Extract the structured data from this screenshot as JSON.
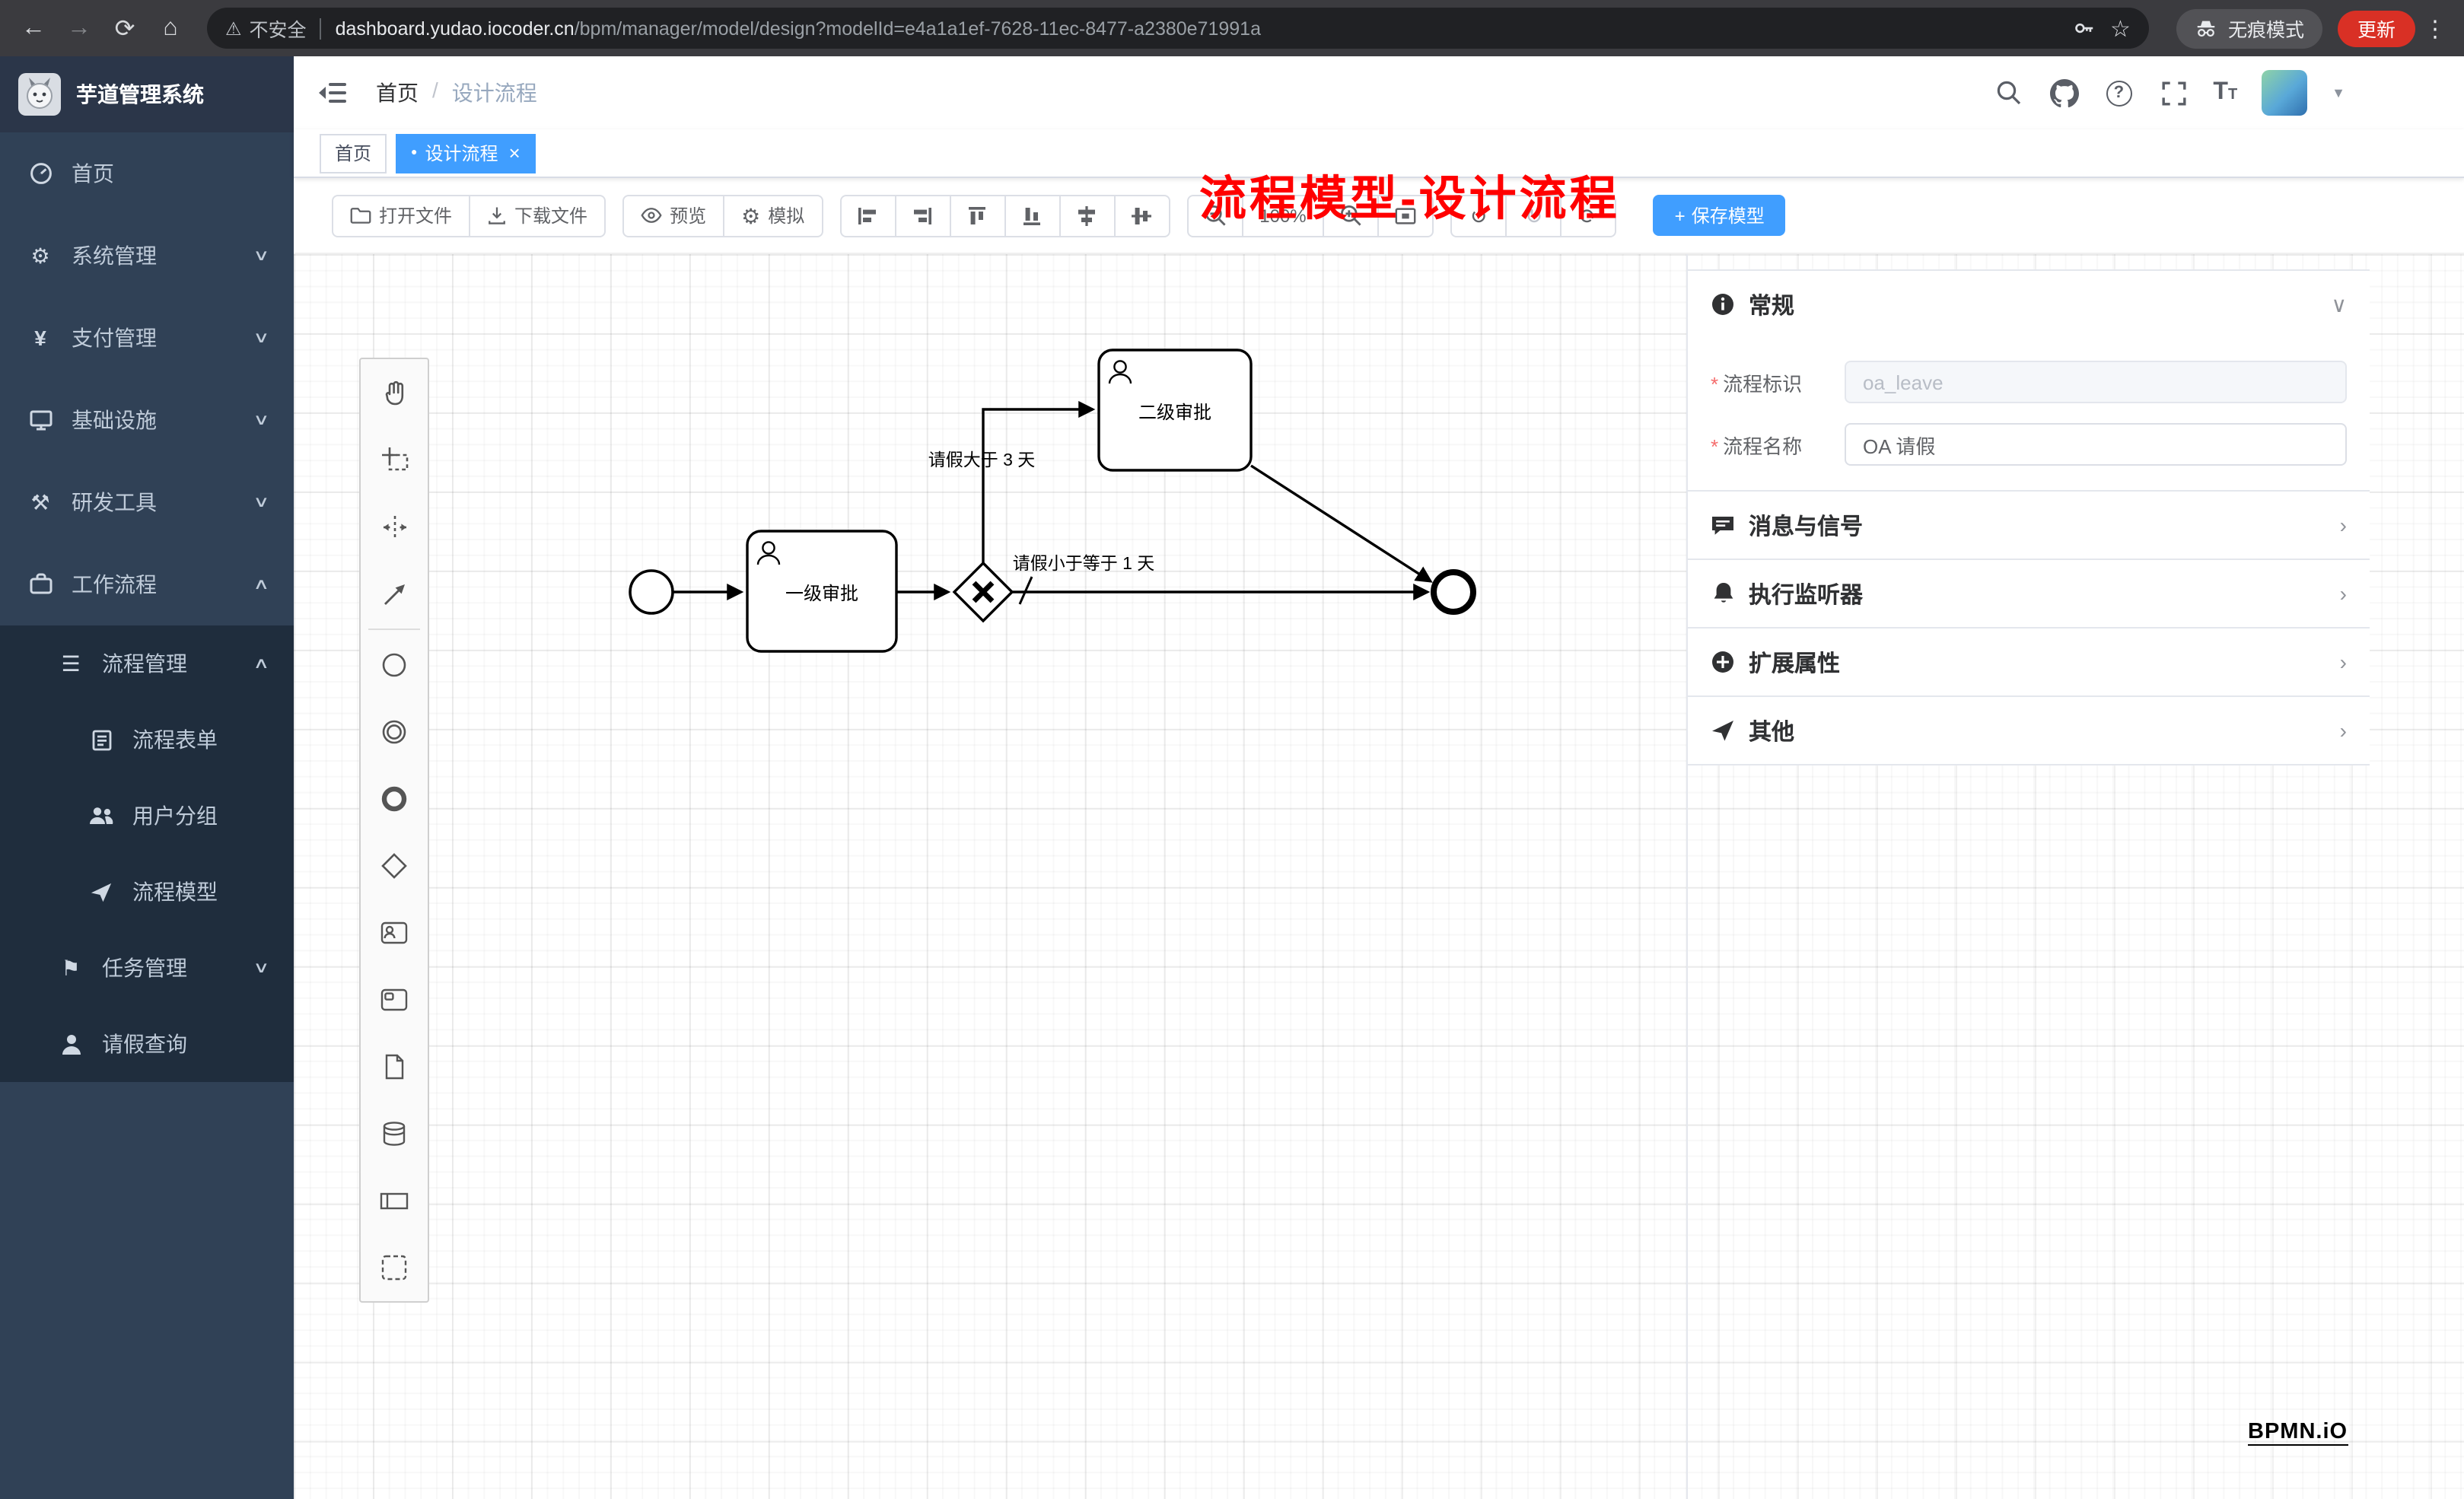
{
  "icons": {
    "back": "←",
    "forward": "→",
    "reload": "⟳",
    "home": "⌂",
    "warning": "⚠",
    "star": "☆",
    "dots": "⋮",
    "gear": "⚙",
    "yen": "¥",
    "hammer": "⚒",
    "flag": "⚑",
    "list": "☰",
    "chevron_down": "∨",
    "chevron_up": "∧",
    "chevron_right": "›",
    "close": "×",
    "plus": "+",
    "dot": "●",
    "caret_down": "▼",
    "undo": "↺",
    "redo": "↻",
    "refresh": "⟳",
    "question": "?",
    "required": "*",
    "font_large": "T",
    "font_small": "T"
  },
  "browser": {
    "security_label": "不安全",
    "url_host": "dashboard.yudao.iocoder.cn",
    "url_path": "/bpm/manager/model/design?modelId=e4a1a1ef-7628-11ec-8477-a2380e71991a",
    "incognito_label": "无痕模式",
    "update_label": "更新"
  },
  "sidebar": {
    "logo_title": "芋道管理系统",
    "menu": [
      {
        "label": "首页",
        "icon": "dashboard-icon"
      },
      {
        "label": "系统管理",
        "icon": "gear-icon"
      },
      {
        "label": "支付管理",
        "icon": "payment-icon"
      },
      {
        "label": "基础设施",
        "icon": "infrastructure-icon"
      },
      {
        "label": "研发工具",
        "icon": "devtools-icon"
      },
      {
        "label": "工作流程",
        "icon": "workflow-icon"
      }
    ],
    "submenu": [
      {
        "label": "流程管理",
        "icon": "process-manage-icon"
      },
      {
        "label": "流程表单",
        "icon": "form-icon"
      },
      {
        "label": "用户分组",
        "icon": "user-group-icon"
      },
      {
        "label": "流程模型",
        "icon": "process-model-icon"
      },
      {
        "label": "任务管理",
        "icon": "task-manage-icon"
      },
      {
        "label": "请假查询",
        "icon": "leave-query-icon"
      }
    ]
  },
  "header": {
    "breadcrumb_home": "首页",
    "breadcrumb_current": "设计流程",
    "annotation": "流程模型-设计流程"
  },
  "tabs": [
    {
      "label": "首页"
    },
    {
      "label": "设计流程"
    }
  ],
  "toolbar": {
    "open_file": "打开文件",
    "download_file": "下载文件",
    "preview": "预览",
    "simulate": "模拟",
    "zoom_level": "100%",
    "save_model": "保存模型"
  },
  "diagram": {
    "task1_label": "一级审批",
    "task2_label": "二级审批",
    "edge_label_top": "请假大于 3 天",
    "edge_label_bottom": "请假小于等于 1 天",
    "watermark": "BPMN.iO"
  },
  "properties": {
    "general_title": "常规",
    "fields": [
      {
        "label": "流程标识",
        "value": "oa_leave"
      },
      {
        "label": "流程名称",
        "value": "OA 请假"
      }
    ],
    "sections": [
      {
        "title": "消息与信号",
        "icon": "message-icon"
      },
      {
        "title": "执行监听器",
        "icon": "bell-icon"
      },
      {
        "title": "扩展属性",
        "icon": "plus-circle-icon"
      },
      {
        "title": "其他",
        "icon": "send-icon"
      }
    ]
  }
}
